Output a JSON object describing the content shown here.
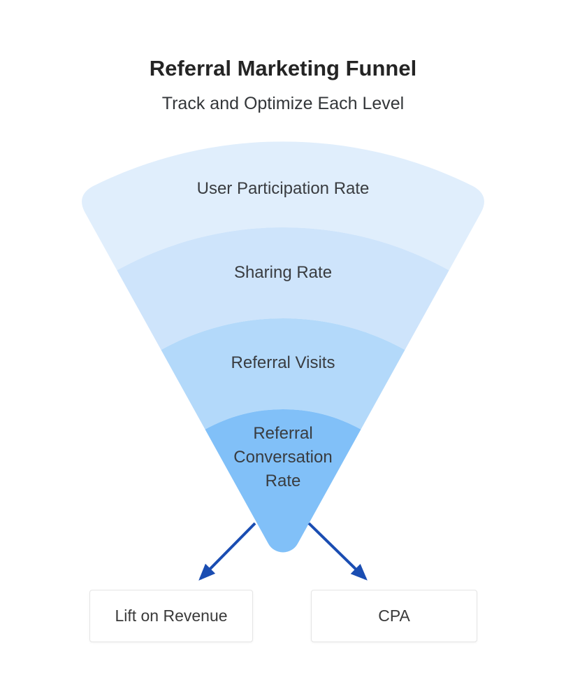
{
  "header": {
    "title": "Referral Marketing Funnel",
    "subtitle": "Track and Optimize Each Level"
  },
  "funnel": {
    "levels": [
      {
        "label": "User Participation Rate",
        "color": "#E0EEFC"
      },
      {
        "label": "Sharing Rate",
        "color": "#CEE4FB"
      },
      {
        "label": "Referral Visits",
        "color": "#B3D9FA"
      },
      {
        "label": "Referral Conversation Rate",
        "color": "#81C0F8"
      }
    ]
  },
  "outcomes": [
    {
      "label": "Lift on Revenue"
    },
    {
      "label": "CPA"
    }
  ],
  "colors": {
    "arrow": "#1A4DB2",
    "title_text": "#242424",
    "label_text": "#393C40",
    "box_border": "#E5E5E5",
    "box_background": "#FFFFFF",
    "background": "#FFFFFF"
  }
}
